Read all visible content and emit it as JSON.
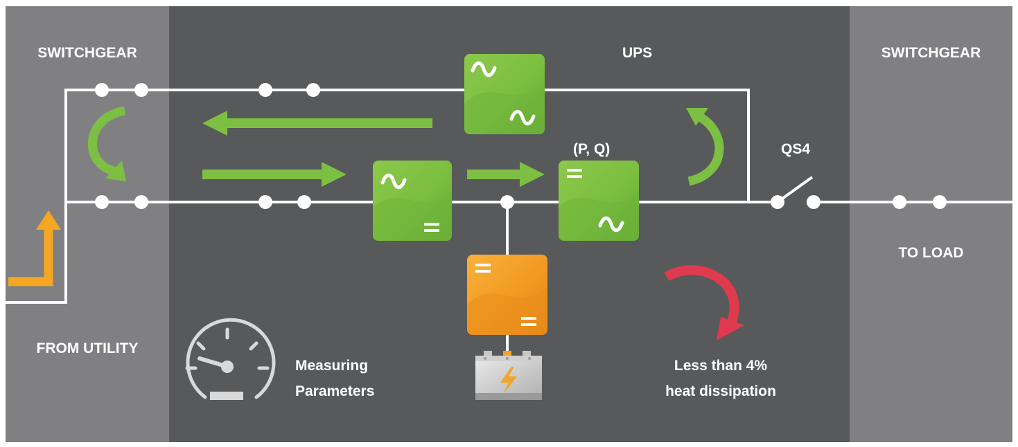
{
  "labels": {
    "switchgear_left": "SWITCHGEAR",
    "ups": "UPS",
    "switchgear_right": "SWITCHGEAR",
    "pq": "(P, Q)",
    "qs4": "QS4",
    "to_load": "TO LOAD",
    "from_utility": "FROM UTILITY",
    "measuring_line1": "Measuring",
    "measuring_line2": "Parameters",
    "heat_line1": "Less than 4%",
    "heat_line2": "heat dissipation"
  },
  "blocks": {
    "bypass": {
      "top_symbol": "~",
      "bottom_symbol": "~",
      "color": "#7DBF42"
    },
    "rectifier": {
      "top_symbol": "~",
      "bottom_symbol": "=",
      "color": "#7DBF42"
    },
    "inverter": {
      "top_symbol": "=",
      "bottom_symbol": "~",
      "color": "#7DBF42"
    },
    "dcdc": {
      "top_symbol": "=",
      "bottom_symbol": "=",
      "color": "#F29B22"
    }
  },
  "colors": {
    "switchgear_bg": "#808083",
    "ups_bg": "#58595B",
    "green": "#7DBF42",
    "orange": "#F5A623",
    "red": "#E03A4E",
    "line": "#ffffff"
  },
  "icons": [
    "speedometer-icon",
    "battery-icon",
    "lightning-icon"
  ]
}
